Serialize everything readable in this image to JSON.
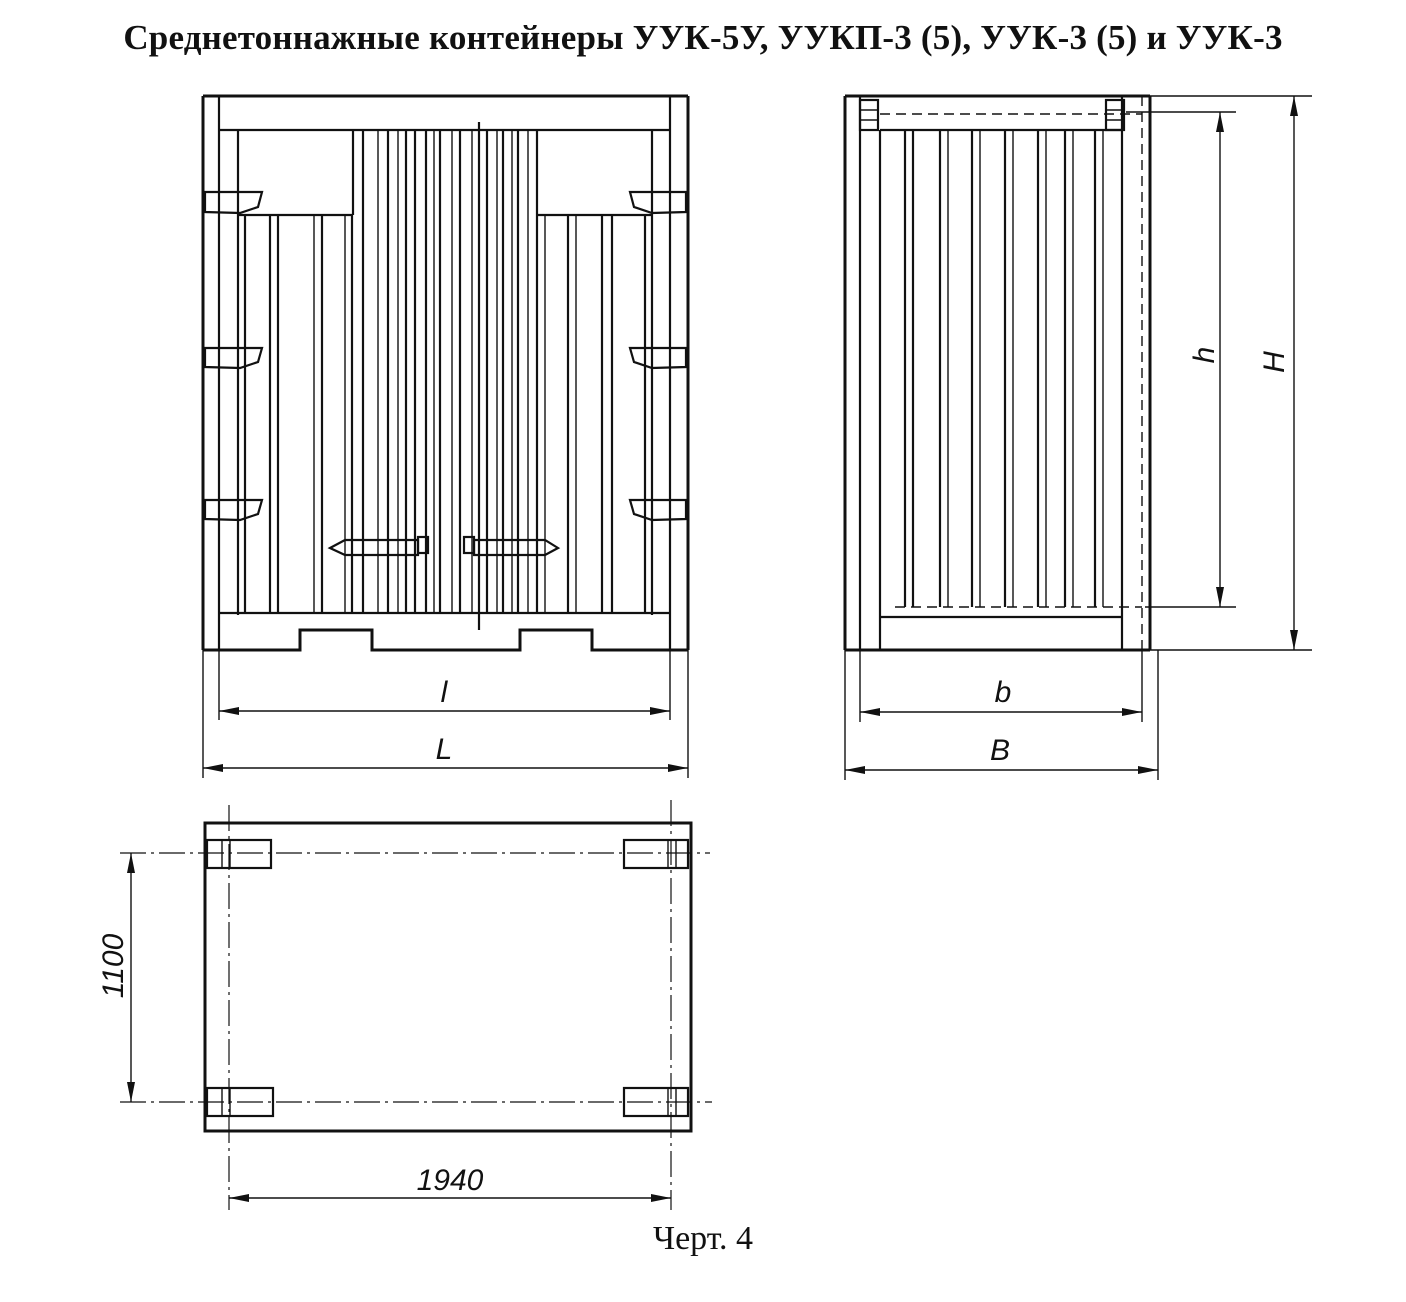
{
  "title": "Среднетоннажные контейнеры УУК-5У, УУКП-3 (5), УУК-3 (5) и УУК-3",
  "caption": "Черт. 4",
  "dimensions": {
    "inner_length": "l",
    "outer_length": "L",
    "inner_width": "b",
    "outer_width": "B",
    "inner_height": "h",
    "outer_height": "H",
    "plan_width": "1100",
    "plan_length": "1940"
  }
}
